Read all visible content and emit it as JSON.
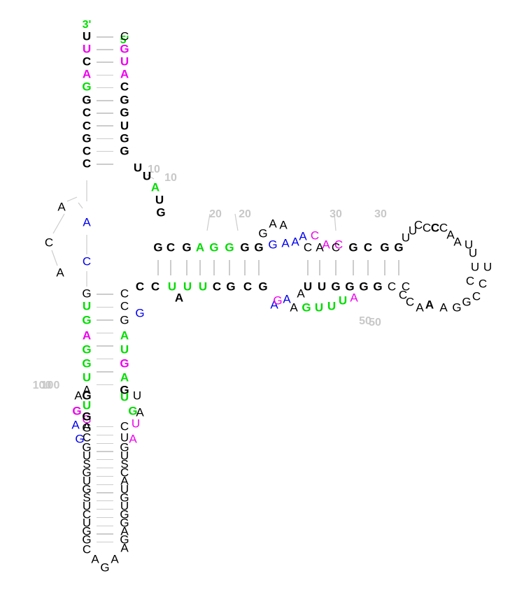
{
  "colors": {
    "black": "#000000",
    "green": "#00dd00",
    "magenta": "#ee00ee",
    "blue": "#0000ee",
    "label": "#c8c8c8",
    "pair": "#cccccc"
  },
  "ends": {
    "three_prime": "3'",
    "five_prime": "5'"
  },
  "position_labels": [
    "10",
    "10",
    "20",
    "20",
    "30",
    "30",
    "50",
    "50",
    "100",
    "100"
  ],
  "nucleotides": [
    {
      "t": "U",
      "c": "black",
      "b": 1
    },
    {
      "t": "U",
      "c": "magenta",
      "b": 1
    },
    {
      "t": "C",
      "c": "black",
      "b": 1
    },
    {
      "t": "A",
      "c": "magenta",
      "b": 1
    },
    {
      "t": "G",
      "c": "green",
      "b": 1
    },
    {
      "t": "G",
      "c": "black",
      "b": 1
    },
    {
      "t": "C",
      "c": "black",
      "b": 1
    },
    {
      "t": "C",
      "c": "black",
      "b": 1
    },
    {
      "t": "G",
      "c": "black",
      "b": 1
    },
    {
      "t": "C",
      "c": "black",
      "b": 1
    },
    {
      "t": "C",
      "c": "black",
      "b": 1
    },
    {
      "t": "C",
      "c": "black",
      "b": 0
    },
    {
      "t": "G",
      "c": "magenta",
      "b": 1
    },
    {
      "t": "U",
      "c": "magenta",
      "b": 1
    },
    {
      "t": "A",
      "c": "magenta",
      "b": 1
    },
    {
      "t": "C",
      "c": "black",
      "b": 1
    },
    {
      "t": "G",
      "c": "black",
      "b": 1
    },
    {
      "t": "G",
      "c": "black",
      "b": 1
    },
    {
      "t": "U",
      "c": "black",
      "b": 1
    },
    {
      "t": "G",
      "c": "black",
      "b": 1
    },
    {
      "t": "G",
      "c": "black",
      "b": 1
    },
    {
      "t": "U",
      "c": "black",
      "b": 1
    },
    {
      "t": "U",
      "c": "black",
      "b": 1
    },
    {
      "t": "A",
      "c": "green",
      "b": 1
    },
    {
      "t": "U",
      "c": "black",
      "b": 1
    },
    {
      "t": "G",
      "c": "black",
      "b": 1
    },
    {
      "t": "A",
      "c": "black",
      "b": 0
    },
    {
      "t": "C",
      "c": "black",
      "b": 0
    },
    {
      "t": "A",
      "c": "black",
      "b": 0
    },
    {
      "t": "A",
      "c": "blue",
      "b": 0
    },
    {
      "t": "C",
      "c": "blue",
      "b": 0
    },
    {
      "t": "G",
      "c": "black",
      "b": 1
    },
    {
      "t": "C",
      "c": "black",
      "b": 1
    },
    {
      "t": "G",
      "c": "black",
      "b": 1
    },
    {
      "t": "A",
      "c": "green",
      "b": 1
    },
    {
      "t": "G",
      "c": "green",
      "b": 1
    },
    {
      "t": "G",
      "c": "green",
      "b": 1
    },
    {
      "t": "G",
      "c": "black",
      "b": 1
    },
    {
      "t": "G",
      "c": "black",
      "b": 1
    },
    {
      "t": "G",
      "c": "black",
      "b": 0
    },
    {
      "t": "A",
      "c": "black",
      "b": 0
    },
    {
      "t": "A",
      "c": "black",
      "b": 0
    },
    {
      "t": "G",
      "c": "blue",
      "b": 0
    },
    {
      "t": "A",
      "c": "blue",
      "b": 0
    },
    {
      "t": "A",
      "c": "blue",
      "b": 0
    },
    {
      "t": "A",
      "c": "blue",
      "b": 0
    },
    {
      "t": "C",
      "c": "magenta",
      "b": 0
    },
    {
      "t": "A",
      "c": "magenta",
      "b": 0
    },
    {
      "t": "C",
      "c": "magenta",
      "b": 0
    },
    {
      "t": "C",
      "c": "black",
      "b": 0
    },
    {
      "t": "A",
      "c": "black",
      "b": 0
    },
    {
      "t": "C",
      "c": "black",
      "b": 0
    },
    {
      "t": "G",
      "c": "black",
      "b": 1
    },
    {
      "t": "C",
      "c": "black",
      "b": 1
    },
    {
      "t": "G",
      "c": "black",
      "b": 1
    },
    {
      "t": "G",
      "c": "black",
      "b": 1
    },
    {
      "t": "U",
      "c": "black",
      "b": 0
    },
    {
      "t": "U",
      "c": "black",
      "b": 0
    },
    {
      "t": "C",
      "c": "black",
      "b": 0
    },
    {
      "t": "C",
      "c": "black",
      "b": 0
    },
    {
      "t": "C",
      "c": "black",
      "b": 1
    },
    {
      "t": "C",
      "c": "black",
      "b": 0
    },
    {
      "t": "A",
      "c": "black",
      "b": 0
    },
    {
      "t": "A",
      "c": "black",
      "b": 0
    },
    {
      "t": "U",
      "c": "black",
      "b": 0
    },
    {
      "t": "U",
      "c": "black",
      "b": 0
    },
    {
      "t": "U",
      "c": "black",
      "b": 0
    },
    {
      "t": "U",
      "c": "black",
      "b": 0
    },
    {
      "t": "C",
      "c": "black",
      "b": 0
    },
    {
      "t": "C",
      "c": "black",
      "b": 0
    },
    {
      "t": "C",
      "c": "black",
      "b": 0
    },
    {
      "t": "G",
      "c": "black",
      "b": 0
    },
    {
      "t": "G",
      "c": "black",
      "b": 0
    },
    {
      "t": "A",
      "c": "black",
      "b": 0
    },
    {
      "t": "A",
      "c": "black",
      "b": 1
    },
    {
      "t": "A",
      "c": "black",
      "b": 0
    },
    {
      "t": "C",
      "c": "black",
      "b": 0
    },
    {
      "t": "C",
      "c": "black",
      "b": 0
    },
    {
      "t": "C",
      "c": "black",
      "b": 0
    },
    {
      "t": "C",
      "c": "black",
      "b": 0
    },
    {
      "t": "G",
      "c": "black",
      "b": 1
    },
    {
      "t": "G",
      "c": "black",
      "b": 1
    },
    {
      "t": "G",
      "c": "black",
      "b": 1
    },
    {
      "t": "G",
      "c": "black",
      "b": 1
    },
    {
      "t": "U",
      "c": "black",
      "b": 1
    },
    {
      "t": "U",
      "c": "black",
      "b": 1
    },
    {
      "t": "A",
      "c": "black",
      "b": 0
    },
    {
      "t": "A",
      "c": "blue",
      "b": 0
    },
    {
      "t": "A",
      "c": "blue",
      "b": 0
    },
    {
      "t": "G",
      "c": "green",
      "b": 1
    },
    {
      "t": "U",
      "c": "green",
      "b": 1
    },
    {
      "t": "U",
      "c": "green",
      "b": 1
    },
    {
      "t": "U",
      "c": "green",
      "b": 1
    },
    {
      "t": "A",
      "c": "magenta",
      "b": 0
    },
    {
      "t": "A",
      "c": "black",
      "b": 0
    },
    {
      "t": "G",
      "c": "magenta",
      "b": 0
    },
    {
      "t": "C",
      "c": "black",
      "b": 1
    },
    {
      "t": "C",
      "c": "black",
      "b": 1
    },
    {
      "t": "U",
      "c": "green",
      "b": 1
    },
    {
      "t": "U",
      "c": "green",
      "b": 1
    },
    {
      "t": "U",
      "c": "green",
      "b": 1
    },
    {
      "t": "C",
      "c": "black",
      "b": 1
    },
    {
      "t": "G",
      "c": "black",
      "b": 1
    },
    {
      "t": "C",
      "c": "black",
      "b": 1
    },
    {
      "t": "G",
      "c": "black",
      "b": 1
    },
    {
      "t": "A",
      "c": "black",
      "b": 1
    },
    {
      "t": "G",
      "c": "blue",
      "b": 0
    },
    {
      "t": "C",
      "c": "black",
      "b": 0
    },
    {
      "t": "C",
      "c": "black",
      "b": 0
    },
    {
      "t": "G",
      "c": "black",
      "b": 0
    },
    {
      "t": "A",
      "c": "green",
      "b": 1
    },
    {
      "t": "U",
      "c": "green",
      "b": 1
    },
    {
      "t": "G",
      "c": "magenta",
      "b": 1
    },
    {
      "t": "A",
      "c": "green",
      "b": 1
    },
    {
      "t": "G",
      "c": "black",
      "b": 1
    },
    {
      "t": "U",
      "c": "green",
      "b": 1
    },
    {
      "t": "U",
      "c": "black",
      "b": 0
    },
    {
      "t": "G",
      "c": "green",
      "b": 1
    },
    {
      "t": "A",
      "c": "black",
      "b": 0
    },
    {
      "t": "U",
      "c": "magenta",
      "b": 0
    },
    {
      "t": "A",
      "c": "magenta",
      "b": 0
    },
    {
      "t": "C",
      "c": "black",
      "b": 0
    },
    {
      "t": "U",
      "c": "black",
      "b": 0
    },
    {
      "t": "G",
      "c": "black",
      "b": 0
    },
    {
      "t": "U",
      "c": "black",
      "b": 0
    },
    {
      "t": "S",
      "c": "black",
      "b": 0
    },
    {
      "t": "C",
      "c": "black",
      "b": 0
    },
    {
      "t": "A",
      "c": "black",
      "b": 0
    },
    {
      "t": "U",
      "c": "black",
      "b": 0
    },
    {
      "t": "G",
      "c": "black",
      "b": 0
    },
    {
      "t": "U",
      "c": "black",
      "b": 0
    },
    {
      "t": "G",
      "c": "black",
      "b": 0
    },
    {
      "t": "G",
      "c": "black",
      "b": 0
    },
    {
      "t": "A",
      "c": "black",
      "b": 0
    },
    {
      "t": "G",
      "c": "black",
      "b": 0
    },
    {
      "t": "A",
      "c": "black",
      "b": 0
    },
    {
      "t": "A",
      "c": "black",
      "b": 0
    },
    {
      "t": "G",
      "c": "black",
      "b": 0
    },
    {
      "t": "A",
      "c": "black",
      "b": 0
    },
    {
      "t": "C",
      "c": "black",
      "b": 0
    },
    {
      "t": "G",
      "c": "black",
      "b": 0
    },
    {
      "t": "G",
      "c": "black",
      "b": 0
    },
    {
      "t": "U",
      "c": "black",
      "b": 0
    },
    {
      "t": "C",
      "c": "black",
      "b": 0
    },
    {
      "t": "U",
      "c": "black",
      "b": 0
    },
    {
      "t": "S",
      "c": "black",
      "b": 0
    },
    {
      "t": "G",
      "c": "black",
      "b": 0
    },
    {
      "t": "U",
      "c": "black",
      "b": 0
    },
    {
      "t": "G",
      "c": "black",
      "b": 0
    },
    {
      "t": "S",
      "c": "black",
      "b": 0
    },
    {
      "t": "U",
      "c": "black",
      "b": 0
    },
    {
      "t": "G",
      "c": "black",
      "b": 0
    },
    {
      "t": "C",
      "c": "black",
      "b": 0
    },
    {
      "t": "A",
      "c": "black",
      "b": 0
    },
    {
      "t": "G",
      "c": "magenta",
      "b": 1
    },
    {
      "t": "A",
      "c": "blue",
      "b": 0
    },
    {
      "t": "G",
      "c": "blue",
      "b": 0
    },
    {
      "t": "A",
      "c": "black",
      "b": 0
    },
    {
      "t": "G",
      "c": "magenta",
      "b": 0
    },
    {
      "t": "G",
      "c": "black",
      "b": 0
    },
    {
      "t": "U",
      "c": "green",
      "b": 1
    },
    {
      "t": "G",
      "c": "green",
      "b": 1
    },
    {
      "t": "A",
      "c": "magenta",
      "b": 1
    },
    {
      "t": "G",
      "c": "green",
      "b": 1
    },
    {
      "t": "G",
      "c": "green",
      "b": 1
    },
    {
      "t": "U",
      "c": "green",
      "b": 1
    },
    {
      "t": "A",
      "c": "black",
      "b": 0
    },
    {
      "t": "G",
      "c": "black",
      "b": 1
    },
    {
      "t": "U",
      "c": "green",
      "b": 1
    },
    {
      "t": "G",
      "c": "black",
      "b": 1
    },
    {
      "t": "G",
      "c": "black",
      "b": 0
    }
  ]
}
